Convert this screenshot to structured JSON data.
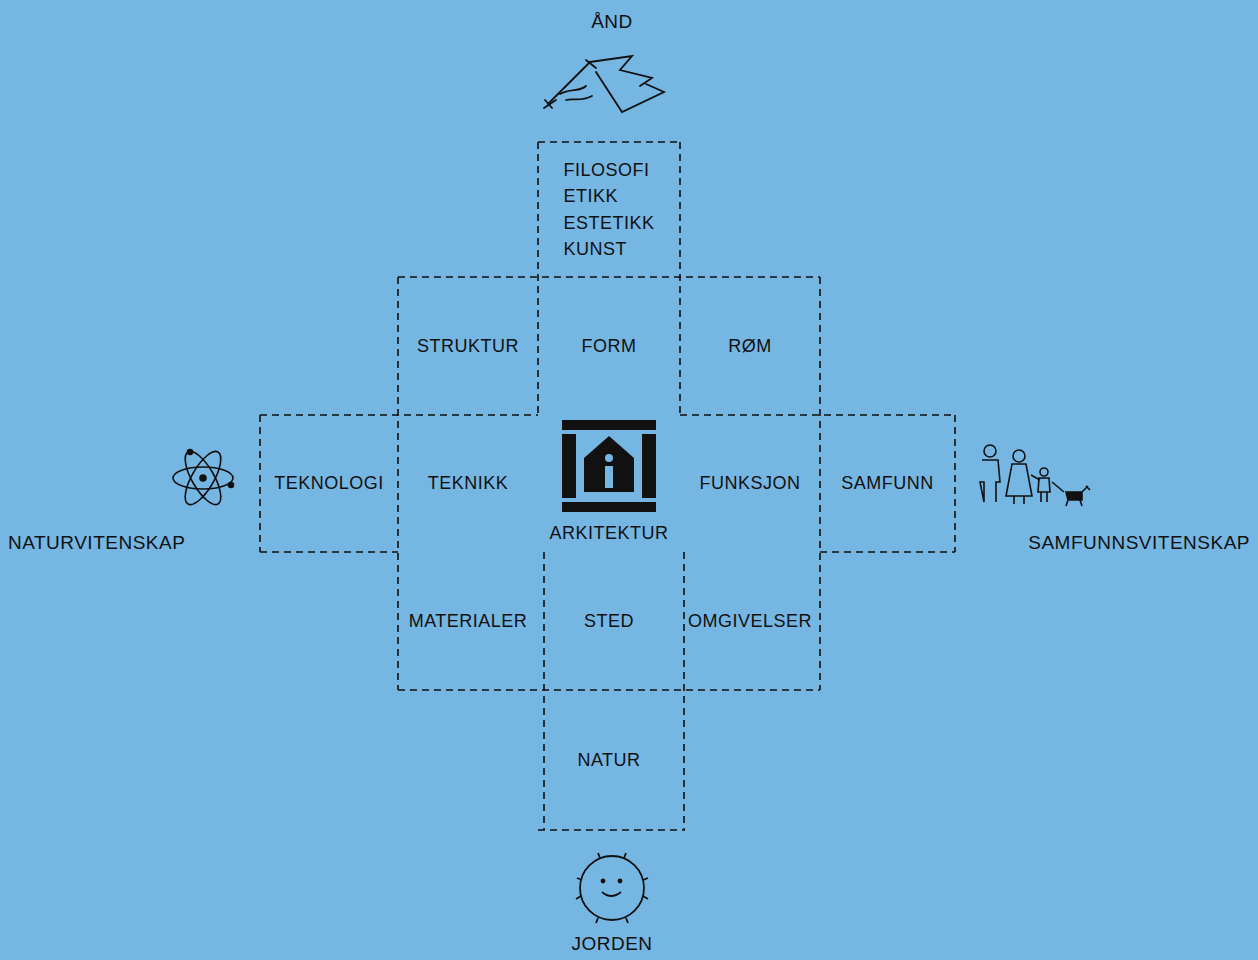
{
  "diagram": {
    "nodes": [
      {
        "text": [
          "FILOSOFI ETIKK ESTETIKK KUNST"
        ]
      },
      {
        "text": [
          "STRUKTUR"
        ]
      },
      {
        "text": [
          "FORM"
        ]
      },
      {
        "text": [
          "RØM"
        ]
      },
      {
        "text": [
          "TEKNOLOGI"
        ]
      },
      {
        "text": [
          "TEKNIKK"
        ]
      },
      {
        "text": [
          "ARKITEKTUR"
        ]
      },
      {
        "text": [
          "FUNKSJON"
        ]
      },
      {
        "text": [
          "SAMFUNN"
        ]
      },
      {
        "text": [
          "MATERIALER"
        ]
      },
      {
        "text": [
          "STED"
        ]
      },
      {
        "text": [
          "OMGIVELSER"
        ]
      },
      {
        "text": [
          "NATUR"
        ]
      }
    ],
    "labels": [
      "ÅND",
      "NATURVITENSKAP",
      "SAMFUNNSVITENSKAP",
      "JORDEN"
    ]
  }
}
